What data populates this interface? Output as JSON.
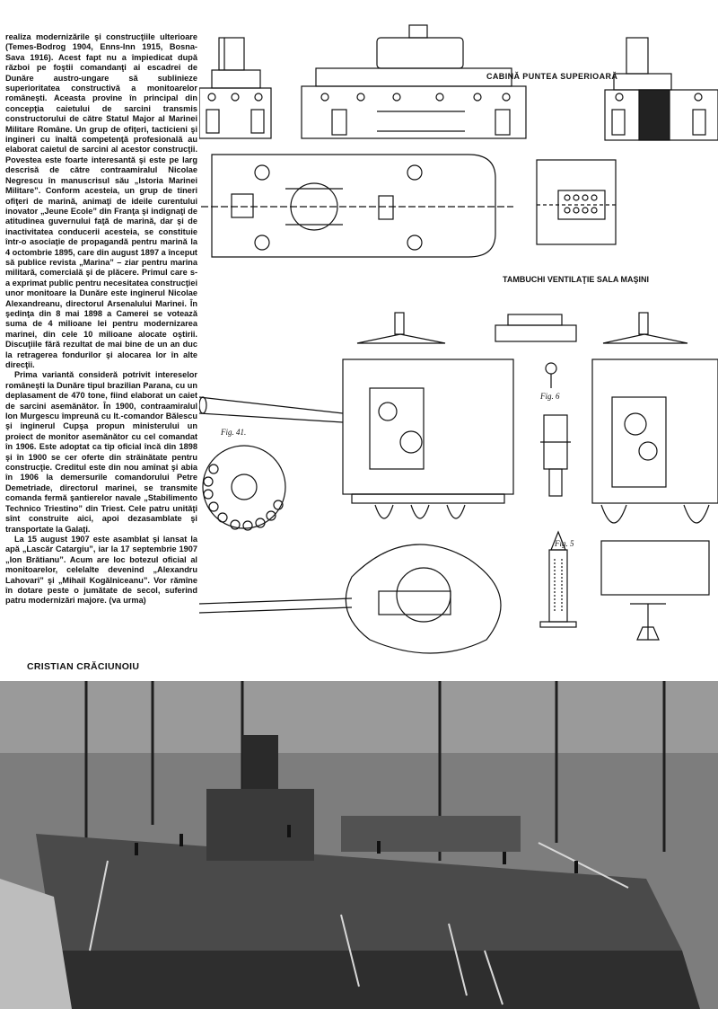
{
  "article": {
    "paragraphs": [
      "realiza modernizările şi construcţiile ulterioare (Temes-Bodrog 1904, Enns-Inn 1915, Bosna-Sava 1916). Acest fapt nu a împiedicat după război pe foştii comandanţi ai escadrei de Dunăre austro-ungare să sublinieze superioritatea constructivă a monitoarelor româneşti. Aceasta provine în principal din concepţia caietului de sarcini transmis constructorului de către Statul Major al Marinei Militare Române. Un grup de ofiţeri, tacticieni şi ingineri cu înaltă competenţă profesională au elaborat caietul de sarcini al acestor construcţii. Povestea este foarte interesantă şi este pe larg descrisă de către contraamiralul Nicolae Negrescu în manuscrisul său „Istoria Marinei Militare”. Conform acesteia, un grup de tineri ofiţeri de marină, animaţi de ideile curentului inovator „Jeune Ecole” din Franţa şi indignaţi de atitudinea guvernului faţă de marină, dar şi de inactivitatea conducerii acesteia, se constituie într-o asociaţie de propagandă pentru marină la 4 octombrie 1895, care din august 1897 a început să publice revista „Marina” – ziar pentru marina militară, comercială şi de plăcere. Primul care s-a exprimat public pentru necesitatea construcţiei unor monitoare la Dunăre este inginerul Nicolae Alexandreanu, directorul Arsenalului Marinei. În şedinţa din 8 mai 1898 a Camerei se votează suma de 4 milioane lei pentru modernizarea marinei, din cele 10 milioane alocate oştirii. Discuţiile fără rezultat de mai bine de un an duc la retragerea fondurilor şi alocarea lor în alte direcţii.",
      "Prima variantă consideră potrivit intereselor româneşti la Dunăre tipul brazilian Parana, cu un deplasament de 470 tone, fiind elaborat un caiet de sarcini asemănător. În 1900, contraamiralul Ion Murgescu împreună cu lt.-comandor Bălescu şi inginerul Cupşa propun ministerului un proiect de monitor asemănător cu cel comandat în 1906. Este adoptat ca tip oficial încă din 1898 şi în 1900 se cer oferte din străinătate pentru construcţie. Creditul este din nou amînat şi abia în 1906 la demersurile comandorului Petre Demetriade, directorul marinei, se transmite comanda fermă şantierelor navale „Stabilimento Technico Triestino” din Triest. Cele patru unităţi sînt construite aici, apoi dezasamblate şi transportate la Galaţi.",
      "La 15 august 1907 este asamblat şi lansat la apă „Lascăr Catargiu”, iar la 17 septembrie 1907 „Ion Brătianu”. Acum are loc botezul oficial al monitoarelor, celelalte devenind „Alexandru Lahovari” şi „Mihail Kogălniceanu”. Vor rămîne în dotare peste o jumătate de secol, suferind patru modernizări majore. (va urma)"
    ],
    "author": "CRISTIAN CRĂCIUNOIU"
  },
  "drawings": {
    "caption_top": "CABINĂ PUNTEA SUPERIOARĂ",
    "caption_middle": "TAMBUCHI VENTILAŢIE SALA MAŞINI",
    "fig_41": "Fig. 41.",
    "fig_6": "Fig. 6",
    "fig_5": "Fig. 5"
  }
}
